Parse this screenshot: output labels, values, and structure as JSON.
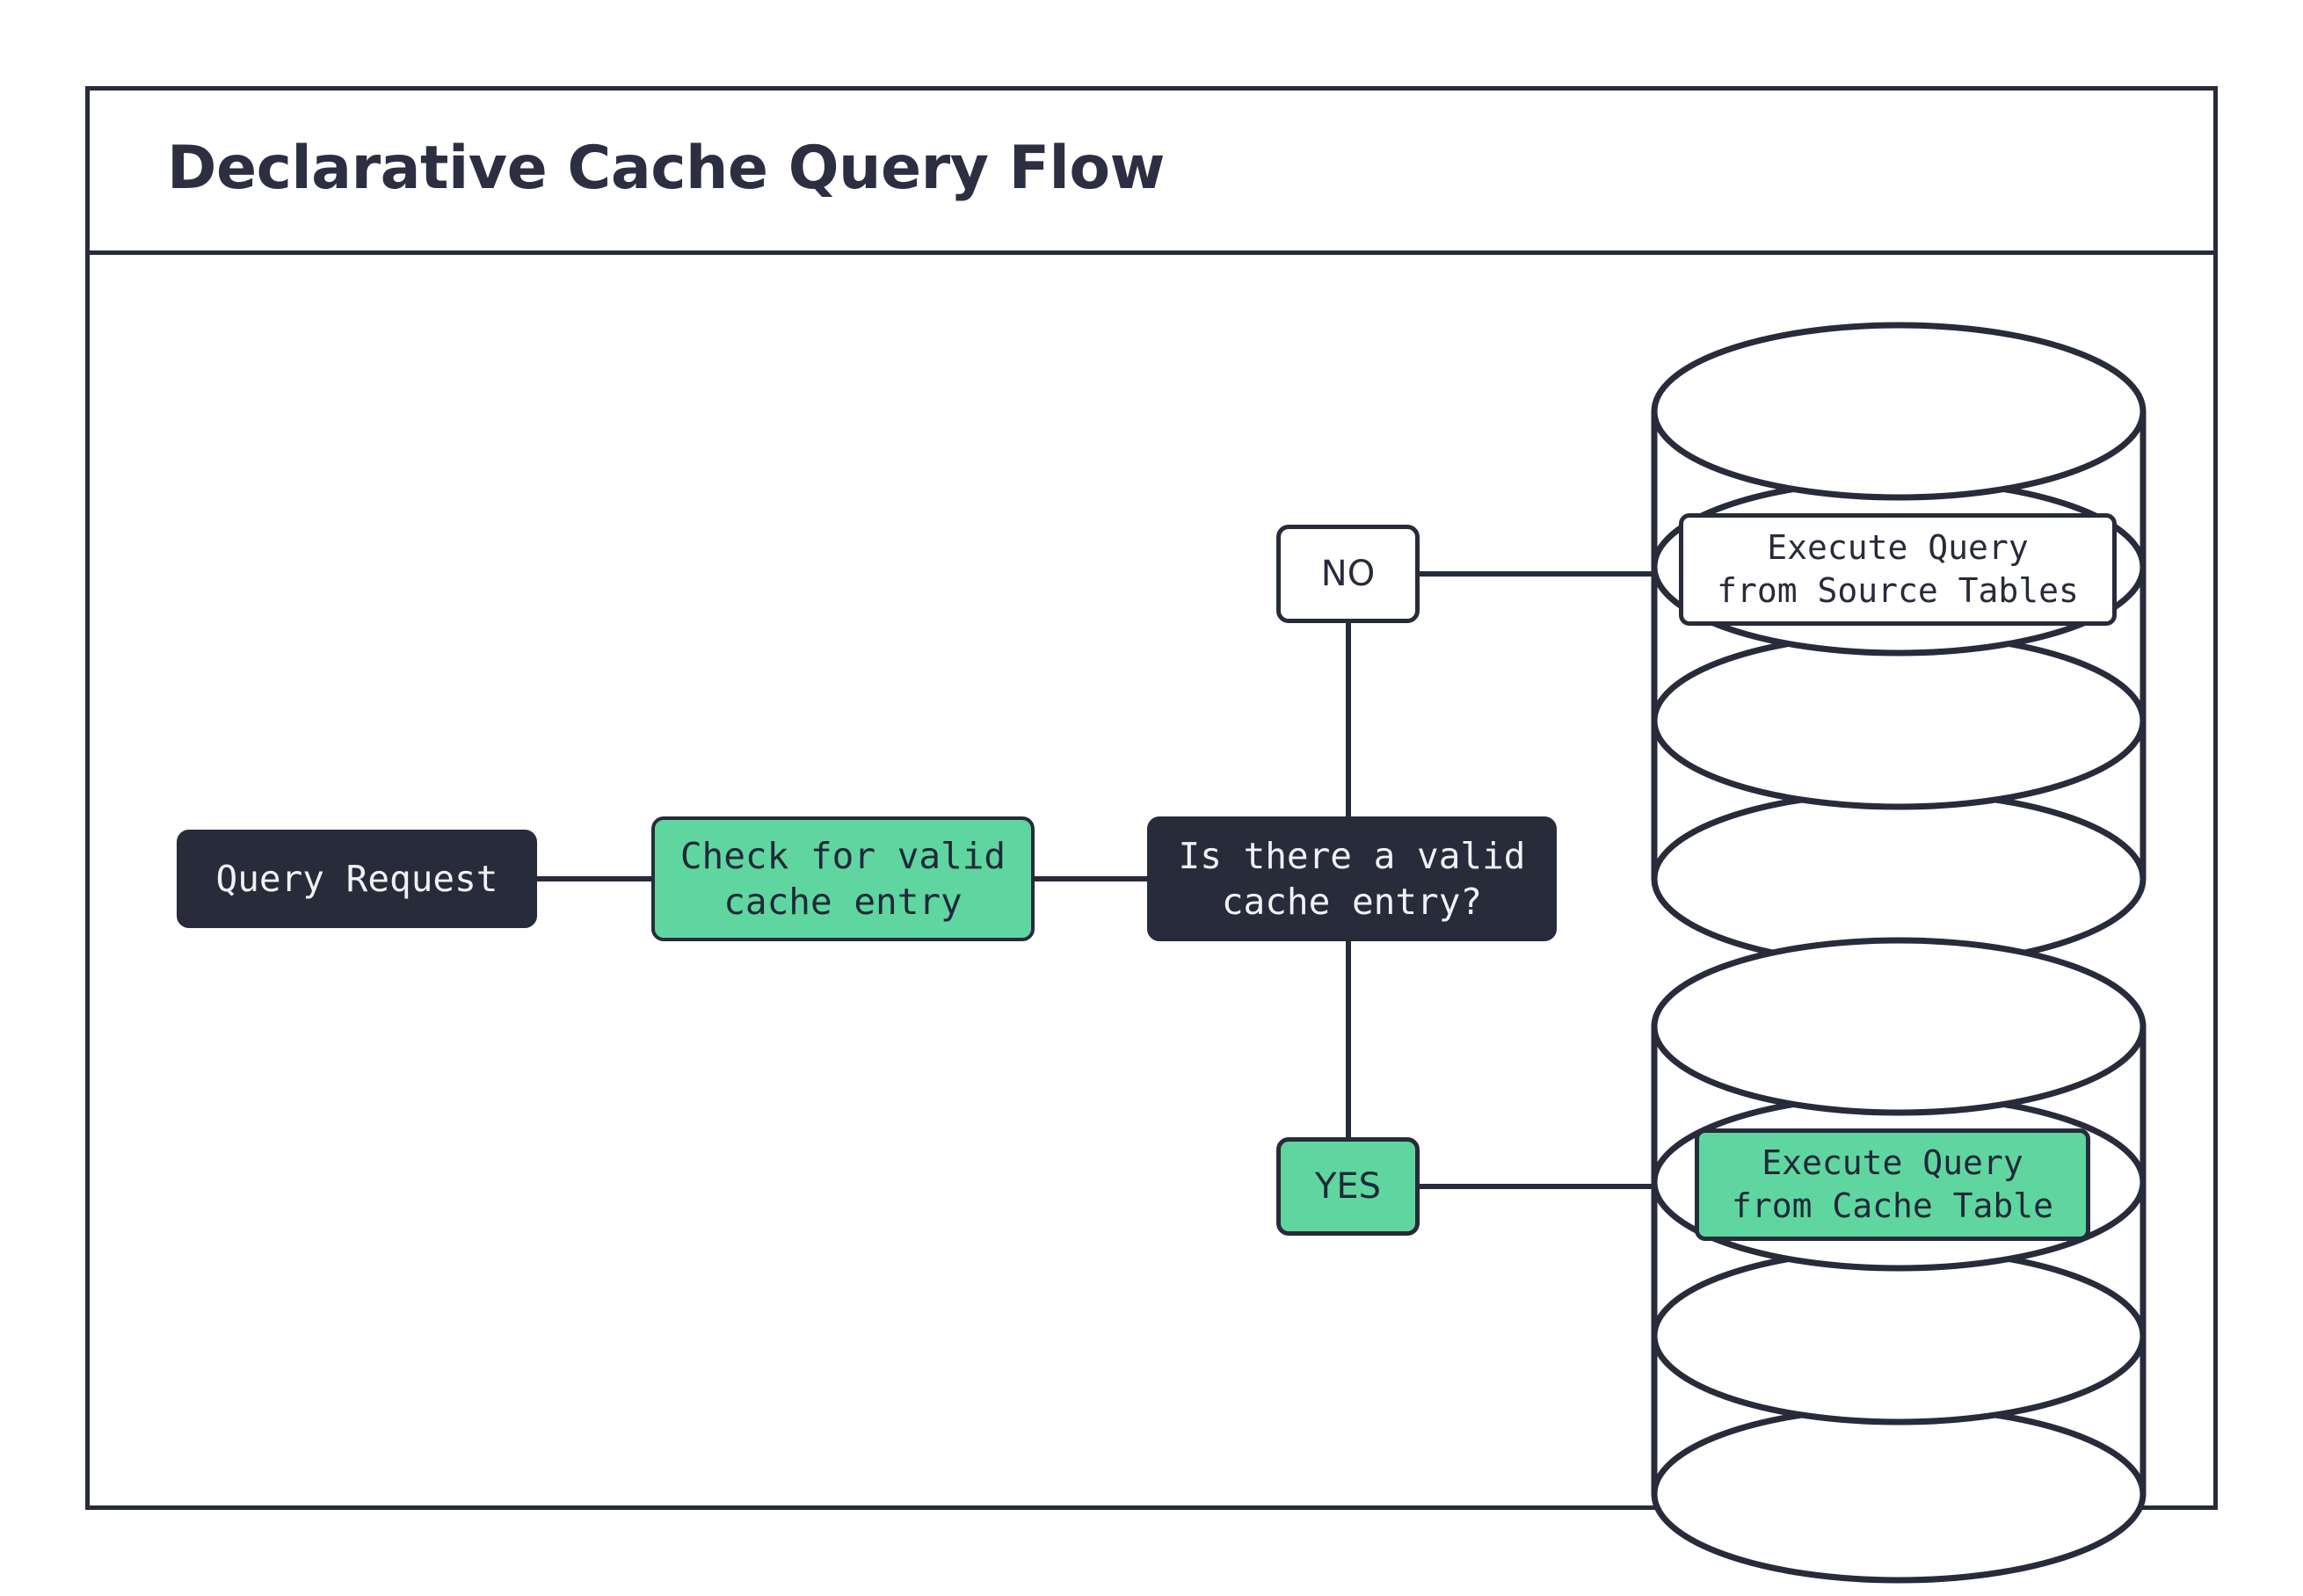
{
  "diagram": {
    "title": "Declarative Cache Query Flow",
    "colors": {
      "ink": "#272B3A",
      "accent_green": "#5FD6A0",
      "surface": "#FFFFFF",
      "dark_fill": "#272B3A",
      "dark_text": "#F0F1F4"
    }
  },
  "nodes": {
    "query_request": {
      "label": "Query Request",
      "style": "dark"
    },
    "check_cache": {
      "label": "Check for valid\ncache entry",
      "style": "green"
    },
    "decision": {
      "label": "Is there a valid\ncache entry?",
      "style": "dark"
    },
    "source_db_label": {
      "label": "Execute Query\nfrom Source Tables",
      "style": "white"
    },
    "cache_db_label": {
      "label": "Execute Query\nfrom Cache Table",
      "style": "green"
    }
  },
  "edge_labels": {
    "no": {
      "label": "NO",
      "style": "white"
    },
    "yes": {
      "label": "YES",
      "style": "green"
    }
  },
  "shapes": {
    "source_cylinder": {
      "name": "database-cylinder",
      "disks": 3
    },
    "cache_cylinder": {
      "name": "database-cylinder",
      "disks": 3
    }
  }
}
